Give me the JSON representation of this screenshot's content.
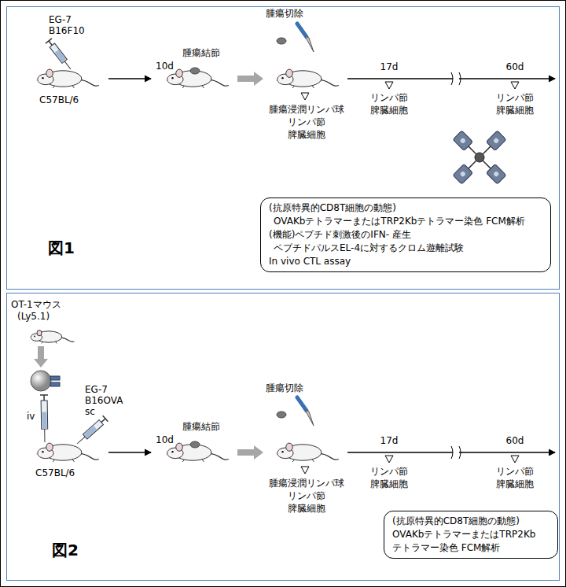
{
  "diagram": {
    "nodes": [
      {
        "text": [
          "図1"
        ]
      },
      {
        "text": [
          "(抗原特異的CD8T細胞の動態)",
          "OVAKbテトラマーまたはTRP2Kbテトラマー染色 FCM解析",
          "(機能)ペプチド刺激後のIFN- 産生",
          "ペプチドパルスEL-4に対するクロム遊離試験",
          "In vivo CTL assay"
        ],
        "in": 0
      },
      {
        "text": [
          "図2"
        ]
      },
      {
        "text": [
          "(抗原特異的CD8T細胞の動態)",
          "OVAKbテトラマーまたはTRP2Kb テトラマー染色 FCM解析"
        ],
        "in": 2
      }
    ],
    "labels": [
      "EG-7",
      "B16F10",
      "C57BL/6",
      "腫瘍結節",
      "10d",
      "腫瘍切除",
      "腫瘍浸潤リンパ球",
      "リンパ節",
      "脾臓細胞",
      "17d",
      "リンパ節",
      "脾臓細胞",
      "60d",
      "リンパ節",
      "脾臓細胞",
      "OT-1マウス",
      "(Ly5.1)",
      "iv",
      "EG-7",
      "B16OVA",
      "sc",
      "C57BL/6",
      "腫瘍結節",
      "10d",
      "腫瘍切除",
      "腫瘍浸潤リンパ球",
      "リンパ節",
      "脾臓細胞",
      "17d",
      "リンパ節",
      "脾臓細胞",
      "60d",
      "リンパ節",
      "脾臓細胞"
    ]
  }
}
